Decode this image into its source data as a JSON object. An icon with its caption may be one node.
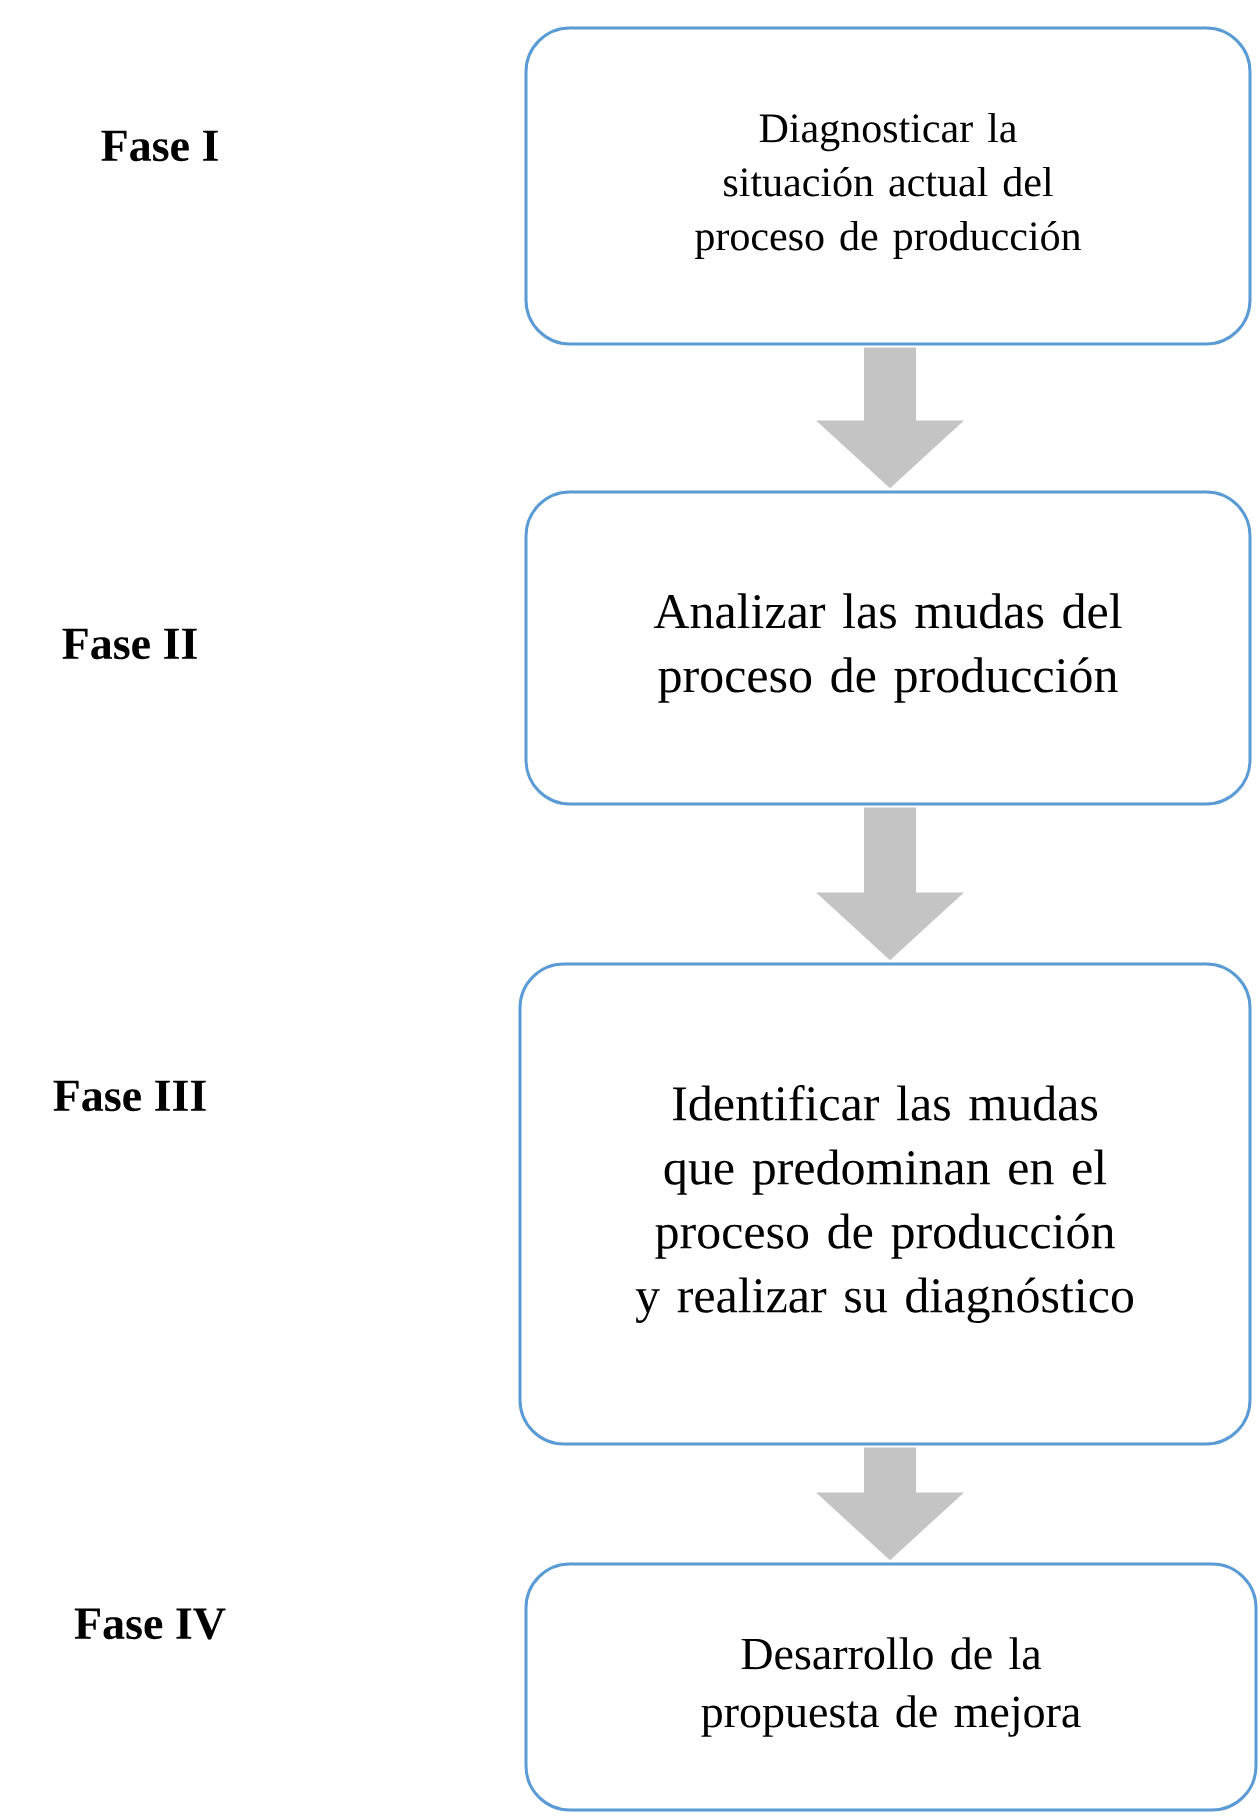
{
  "diagram": {
    "nodes": [
      {
        "text": [
          "Diagnosticar la situación actual del proceso de producción"
        ]
      },
      {
        "text": [
          "Analizar las mudas del proceso de producción"
        ]
      },
      {
        "text": [
          "Identificar las mudas que predominan en el proceso de producción y realizar su diagnóstico"
        ]
      },
      {
        "text": [
          "Desarrollo de la propuesta de mejora"
        ]
      }
    ],
    "labels": [
      "Fase I",
      "Fase II",
      "Fase III",
      "Fase IV"
    ],
    "edges": [
      {
        "from": 0,
        "to": 1,
        "arrow": "to"
      },
      {
        "from": 1,
        "to": 2,
        "arrow": "to"
      },
      {
        "from": 2,
        "to": 3,
        "arrow": "to"
      }
    ]
  }
}
